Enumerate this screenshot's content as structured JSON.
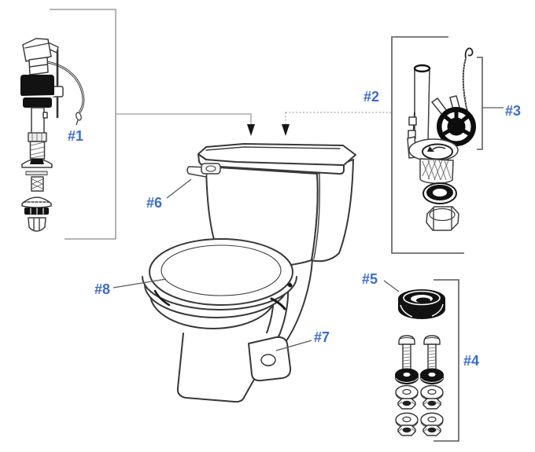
{
  "page": {
    "background": "#ffffff",
    "description_texts": []
  },
  "colors": {
    "label_blue": "#3b6cd4",
    "art_line": "#3d3d3d",
    "solid_black_parts": "#121212",
    "bracket_gray": "#6e6e6e",
    "leader_gray": "#9a9a9a"
  },
  "callouts": [
    {
      "text": "#1"
    },
    {
      "text": "#2"
    },
    {
      "text": "#3"
    },
    {
      "text": "#4"
    },
    {
      "text": "#5"
    },
    {
      "text": "#6"
    },
    {
      "text": "#7"
    },
    {
      "text": "#8"
    }
  ]
}
